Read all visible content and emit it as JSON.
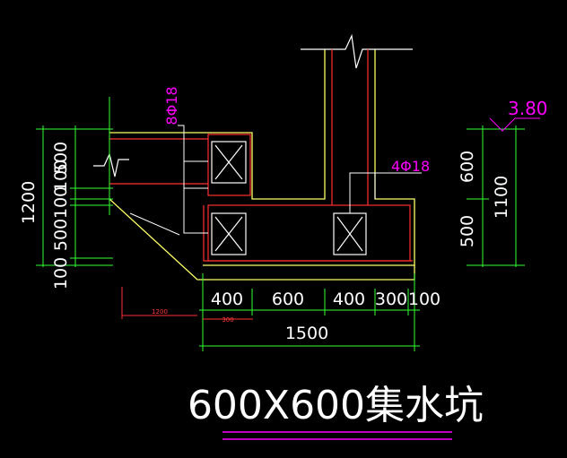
{
  "drawing": {
    "title": "600X600集水坑",
    "left_dims": [
      "1200",
      "100",
      "500",
      "100",
      "100",
      "500"
    ],
    "bottom_dims": [
      "400",
      "600",
      "400",
      "300",
      "100"
    ],
    "total_dim": "1500",
    "small_dims": [
      "1200",
      "300"
    ],
    "right_dims": [
      "600",
      "500",
      "1100"
    ],
    "elevation": "3.80",
    "rebar_labels": [
      "8Φ18",
      "4Φ18"
    ]
  }
}
